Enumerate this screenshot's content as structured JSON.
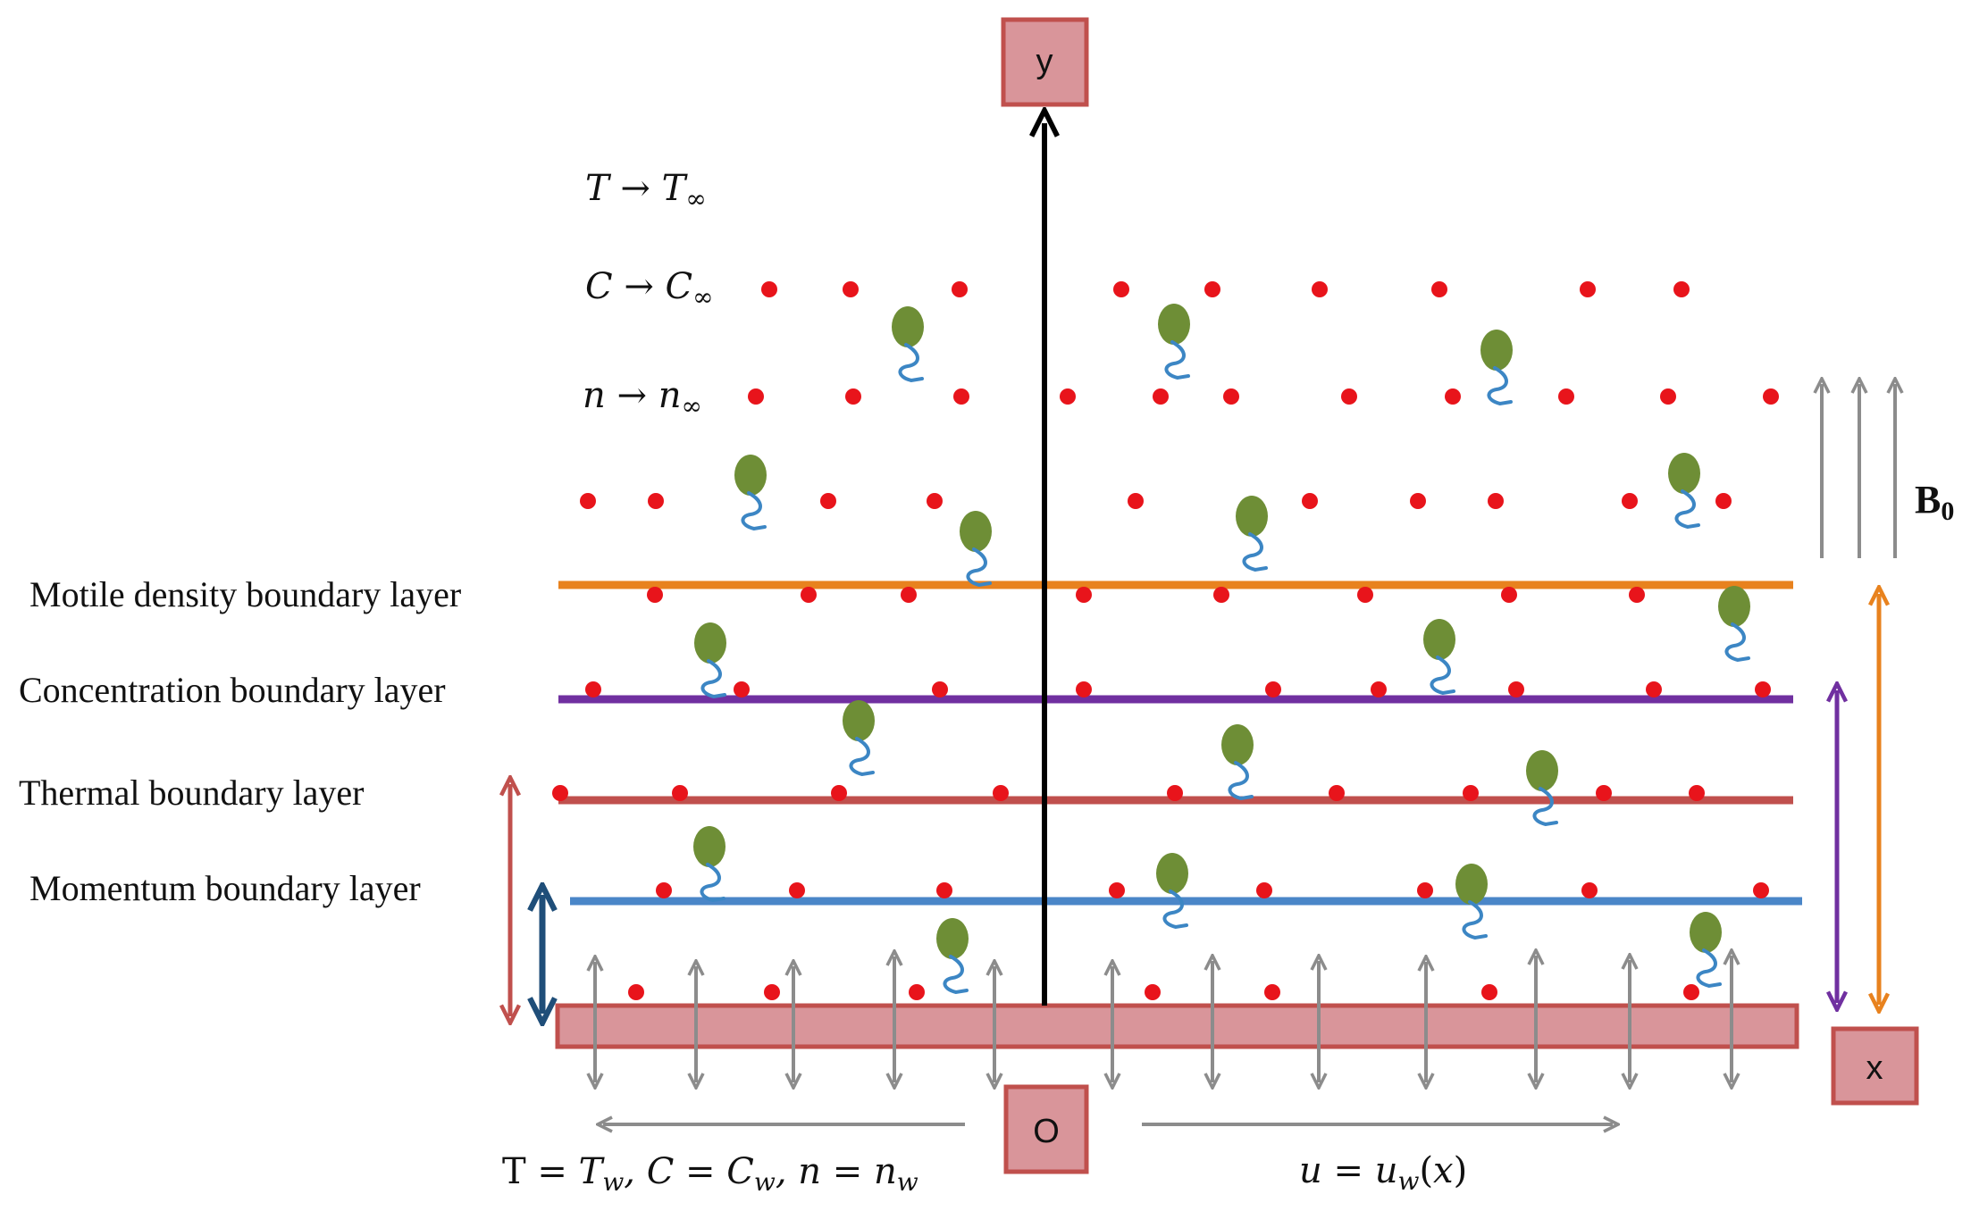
{
  "axes": {
    "y_label": "y",
    "x_label": "x",
    "origin_label": "O"
  },
  "far_field": {
    "temperature": "T → T∞",
    "concentration": "C → C∞",
    "microorganisms": "n → n∞"
  },
  "layers": [
    {
      "key": "motile",
      "label": "Motile density boundary layer",
      "color": "#E8821E"
    },
    {
      "key": "concentration",
      "label": "Concentration boundary layer",
      "color": "#7030A0"
    },
    {
      "key": "thermal",
      "label": "Thermal boundary layer",
      "color": "#C0504D"
    },
    {
      "key": "momentum",
      "label": "Momentum boundary layer",
      "color": "#4A86C8"
    }
  ],
  "magnetic_field_label": "B0",
  "wall_condition": "T = Tw, C = Cw, n = nw",
  "wall_velocity": "u = uw(x)",
  "colors": {
    "plate_fill": "#D9959A",
    "plate_stroke": "#C0504D",
    "nanoparticle": "#E8141B",
    "microorganism_head": "#6E8E36",
    "microorganism_tail": "#3C86C4",
    "arrow_grey": "#8C8C8C",
    "momentum_arrow": "#1F4E79"
  },
  "icons": {
    "nanoparticle": "red-dot",
    "microorganism": "green-flagellated-cell"
  }
}
